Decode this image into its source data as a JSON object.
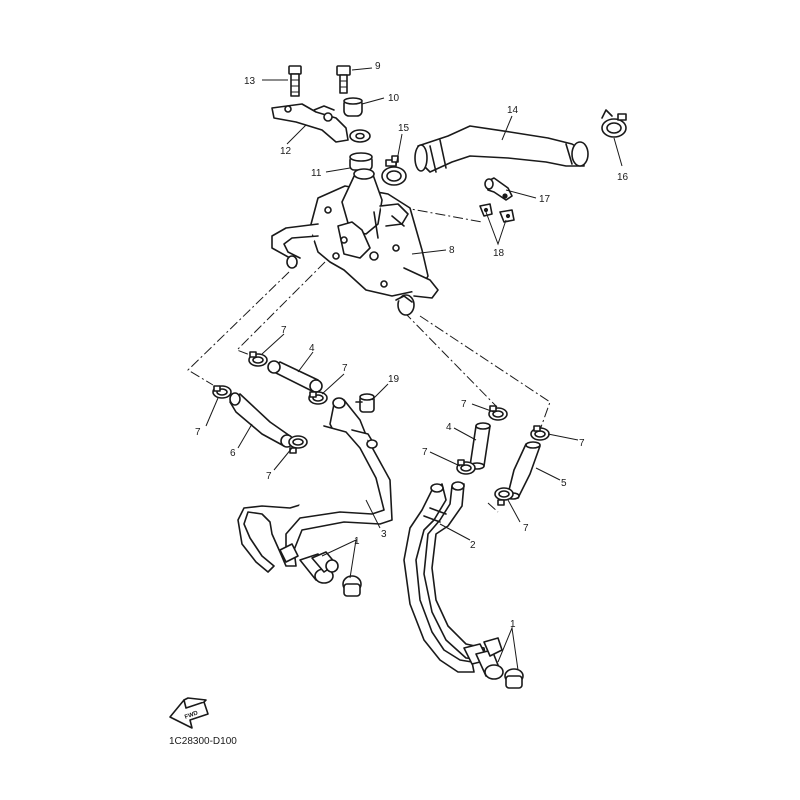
{
  "callouts": {
    "c13": "13",
    "c9": "9",
    "c10": "10",
    "c12": "12",
    "c11": "11",
    "c15": "15",
    "c14": "14",
    "c16": "16",
    "c17": "17",
    "c18": "18",
    "c8": "8",
    "c7a": "7",
    "c4a": "4",
    "c7b": "7",
    "c19": "19",
    "c7c": "7",
    "c6": "6",
    "c7d": "7",
    "c3": "3",
    "c1a": "1",
    "c7e": "7",
    "c4b": "4",
    "c7f": "7",
    "c7g": "7",
    "c5": "5",
    "c7h": "7",
    "c2": "2",
    "c1b": "1"
  },
  "fwd_label": "FWD",
  "diagram_code": "1C28300-D100"
}
